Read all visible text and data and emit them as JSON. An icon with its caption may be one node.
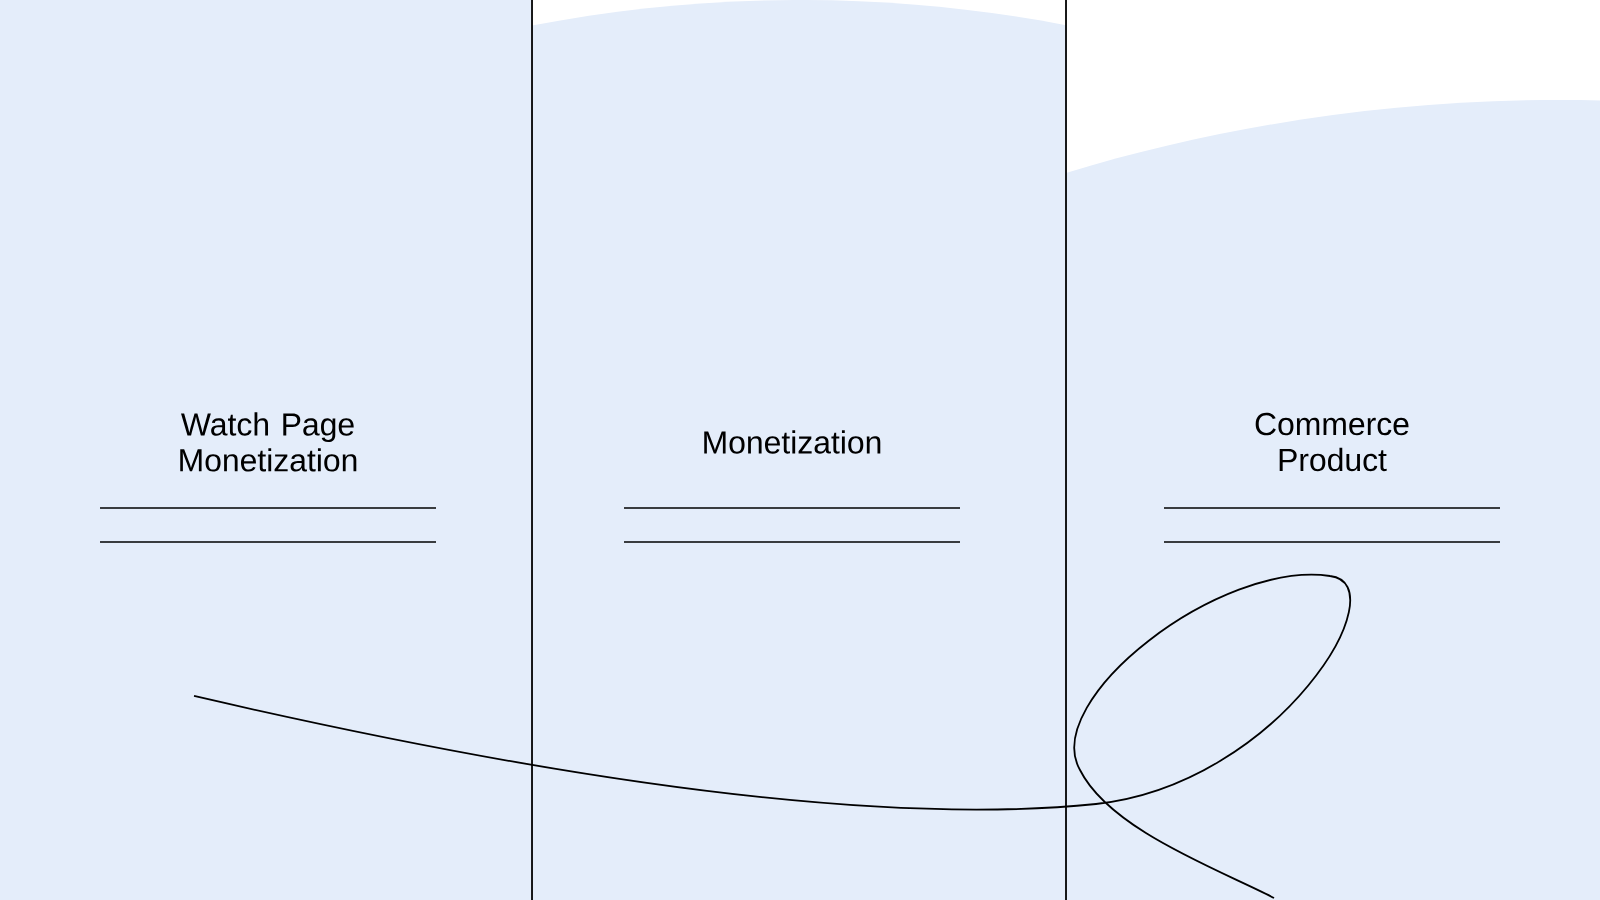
{
  "diagram": {
    "nodes": [
      {
        "text": [
          "Watch Page Monetization"
        ]
      },
      {
        "text": [
          "Monetization"
        ]
      },
      {
        "text": [
          "Commerce Product"
        ]
      }
    ]
  }
}
